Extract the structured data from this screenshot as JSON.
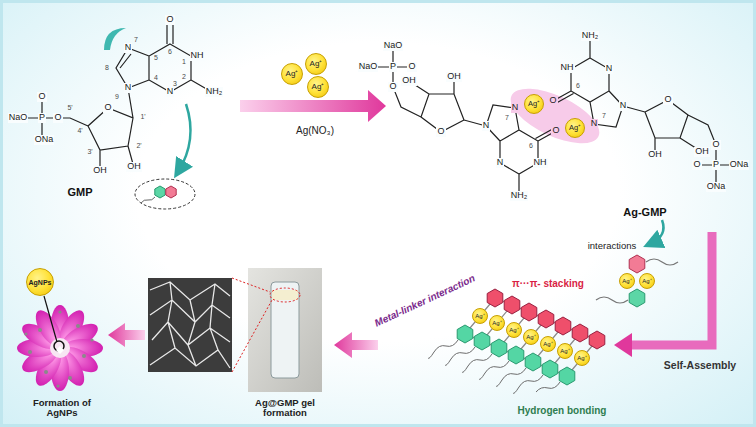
{
  "diagram": {
    "nodes": [
      {
        "text": [
          "Ag⁺"
        ]
      },
      {
        "text": [
          "Ag⁺"
        ]
      },
      {
        "text": [
          "Ag⁺"
        ]
      },
      {
        "text": [
          "Ag⁺"
        ]
      },
      {
        "text": [
          "Ag⁺"
        ]
      },
      {
        "text": [
          "Ag⁺"
        ]
      },
      {
        "text": [
          "Ag⁺"
        ]
      },
      {
        "text": [
          "Ag⁺"
        ]
      },
      {
        "text": [
          "Ag⁺"
        ]
      },
      {
        "text": [
          "Ag⁺"
        ]
      },
      {
        "text": [
          "Ag⁺"
        ]
      },
      {
        "text": [
          "Ag⁺"
        ]
      },
      {
        "text": [
          "Ag⁺"
        ]
      },
      {
        "text": [
          "Ag⁺"
        ]
      },
      {
        "text": [
          "AgNPs"
        ]
      }
    ],
    "labels": [
      "O",
      "NH",
      "NH₂",
      "N",
      "N",
      "N",
      "1",
      "2",
      "3",
      "4",
      "5",
      "6",
      "7",
      "8",
      "9",
      "O",
      "1'",
      "2'",
      "3'",
      "4'",
      "5'",
      "OH",
      "OH",
      "O",
      "P",
      "O",
      "ONa",
      "NaO",
      "GMP",
      "Ag(NO₃)",
      "NaO",
      "NaO",
      "P",
      "O",
      "O",
      "OH",
      "OH",
      "O",
      "N",
      "N",
      "7",
      "6",
      "N",
      "NH",
      "NH₂",
      "O",
      "O",
      "6",
      "NH",
      "NH₂",
      "N",
      "7",
      "N",
      "N",
      "O",
      "OH",
      "OH",
      "O",
      "O",
      "P",
      "ONa",
      "ONa",
      "Ag-GMP",
      "interactions",
      "Self-Assembly",
      "Metal-linker interaction",
      "π···π- stacking",
      "Hydrogen bonding",
      "Ag@GMP gel formation",
      "Formation of AgNPs"
    ]
  }
}
